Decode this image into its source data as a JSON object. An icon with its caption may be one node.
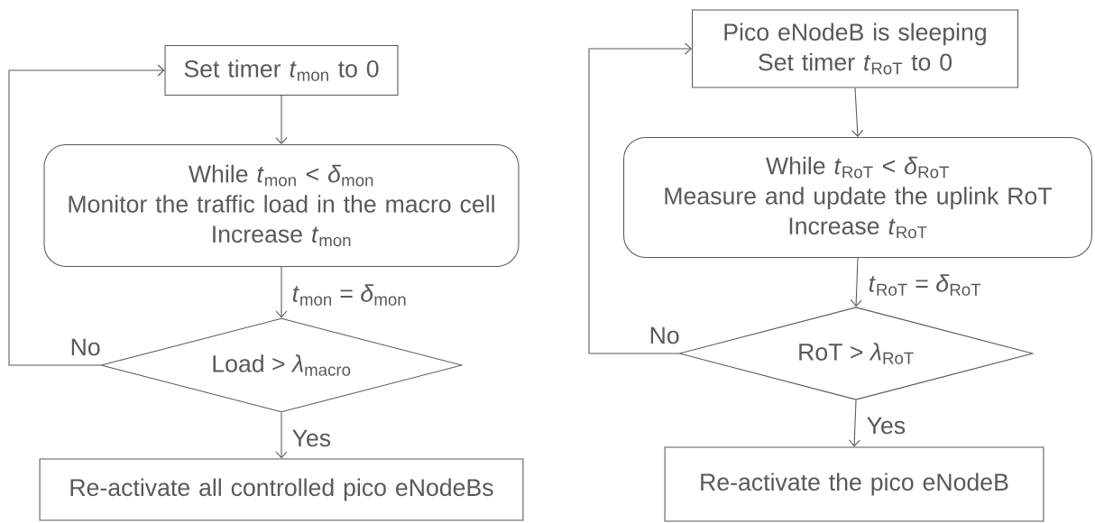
{
  "diagram": {
    "nodes": [
      {
        "text": [
          "Set timer *t*$_{mon}$ to 0"
        ]
      },
      {
        "text": [
          "While *t*$_{mon}$ < *δ*$_{mon}$",
          "Monitor the traffic load in the macro cell",
          "Increase *t*$_{mon}$"
        ]
      },
      {
        "text": [
          "Load > *λ*$_{macro}$"
        ]
      },
      {
        "text": [
          "Re-activate all controlled pico eNodeBs"
        ]
      },
      {
        "text": [
          "Pico eNodeB is sleeping",
          "Set timer *t*$_{RoT}$ to 0"
        ]
      },
      {
        "text": [
          "While *t*$_{RoT}$ < *δ*$_{RoT}$",
          "Measure and update the uplink RoT",
          "Increase *t*$_{RoT}$"
        ]
      },
      {
        "text": [
          "RoT > *λ*$_{RoT}$"
        ]
      },
      {
        "text": [
          "Re-activate the pico eNodeB"
        ]
      }
    ],
    "edges": [
      {
        "from": 0,
        "to": 1,
        "arrow": "to"
      },
      {
        "from": 1,
        "to": 2,
        "arrow": "to",
        "label": "*t*$_{mon}$ = *δ*$_{mon}$"
      },
      {
        "from": 2,
        "to": 0,
        "arrow": "to",
        "label": "No"
      },
      {
        "from": 2,
        "to": 3,
        "arrow": "to",
        "label": "Yes"
      },
      {
        "from": 4,
        "to": 5,
        "arrow": "to"
      },
      {
        "from": 5,
        "to": 6,
        "arrow": "to",
        "label": "*t*$_{RoT}$ = *δ*$_{RoT}$"
      },
      {
        "from": 6,
        "to": 4,
        "arrow": "to",
        "label": "No"
      },
      {
        "from": 6,
        "to": 7,
        "arrow": "to",
        "label": "Yes"
      }
    ]
  }
}
